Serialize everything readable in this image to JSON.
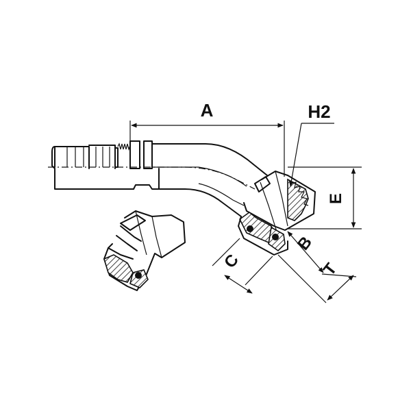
{
  "figure": {
    "colors": {
      "line": "#111111",
      "background": "#ffffff"
    },
    "dimensions": {
      "A": "A",
      "H2": "H2",
      "E": "E",
      "B": "B",
      "C": "C",
      "T": "T"
    }
  }
}
